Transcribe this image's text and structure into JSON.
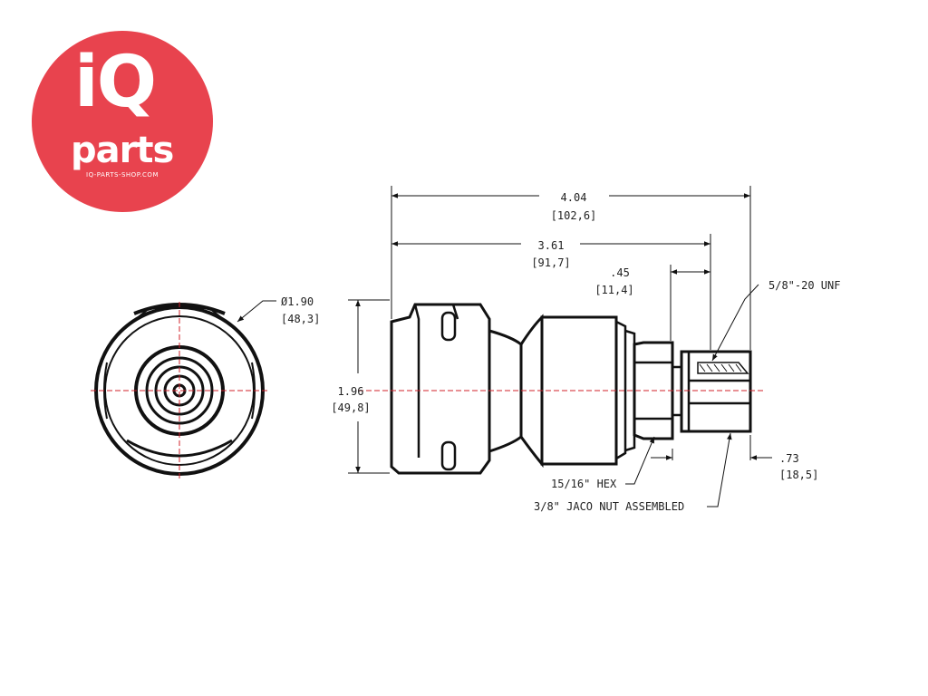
{
  "logo": {
    "line1": "iQ",
    "line2": "parts",
    "tagline": "IQ-PARTS-SHOP.COM",
    "background_color": "#e8434e",
    "text_color": "#ffffff"
  },
  "dimensions": {
    "overall_length": {
      "value": "4.04",
      "metric": "[102,6]"
    },
    "body_length": {
      "value": "3.61",
      "metric": "[91,7]"
    },
    "nut_length": {
      "value": ".45",
      "metric": "[11,4]"
    },
    "height": {
      "value": "1.96",
      "metric": "[49,8]"
    },
    "diameter": {
      "value": "Ø1.90",
      "metric": "[48,3]"
    },
    "thread_end": {
      "value": ".73",
      "metric": "[18,5]"
    }
  },
  "callouts": {
    "thread": "5/8\"-20 UNF",
    "hex": "15/16\" HEX",
    "nut": "3/8\" JACO NUT ASSEMBLED"
  },
  "colors": {
    "line": "#111111",
    "centerline": "#d0202a"
  }
}
